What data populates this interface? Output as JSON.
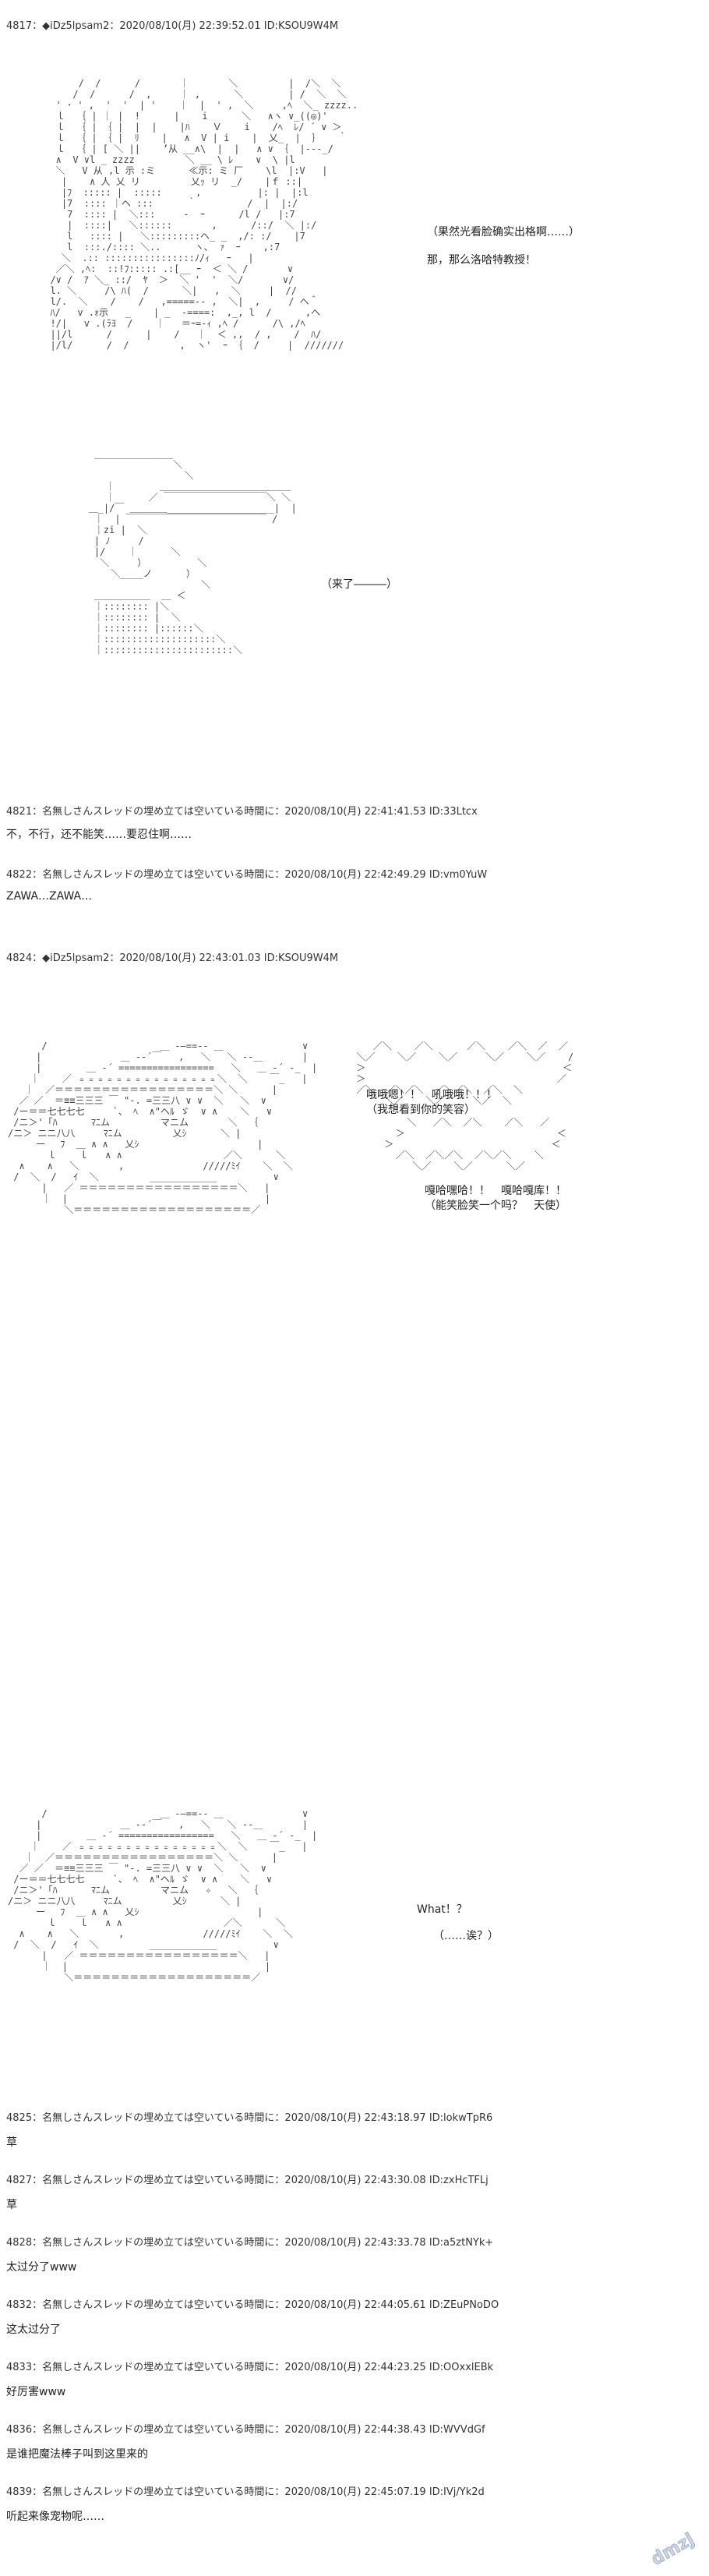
{
  "posts": [
    {
      "header": "4817：◆iDz5lpsam2：2020/08/10(月) 22:39:52.01 ID:KSOU9W4M"
    },
    {
      "header": "4821：名無しさんスレッドの埋め立ては空いている時間に：2020/08/10(月) 22:41:41.53 ID:33Ltcx",
      "message": "不，不行，还不能笑……要忍住啊……"
    },
    {
      "header": "4822：名無しさんスレッドの埋め立ては空いている時間に：2020/08/10(月) 22:42:49.29 ID:vm0YuW",
      "message": "ZAWA…ZAWA…"
    },
    {
      "header": "4824：◆iDz5lpsam2：2020/08/10(月) 22:43:01.03 ID:KSOU9W4M"
    },
    {
      "header": "4825：名無しさんスレッドの埋め立ては空いている時間に：2020/08/10(月) 22:43:18.97 ID:lokwTpR6",
      "message": "草"
    },
    {
      "header": "4827：名無しさんスレッドの埋め立ては空いている時間に：2020/08/10(月) 22:43:30.08 ID:zxHcTFLj",
      "message": "草"
    },
    {
      "header": "4828：名無しさんスレッドの埋め立ては空いている時間に：2020/08/10(月) 22:43:33.78 ID:a5ztNYk+",
      "message": "太过分了www"
    },
    {
      "header": "4832：名無しさんスレッドの埋め立ては空いている時間に：2020/08/10(月) 22:44:05.61 ID:ZEuPNoDO",
      "message": "这太过分了"
    },
    {
      "header": "4833：名無しさんスレッドの埋め立ては空いている時間に：2020/08/10(月) 22:44:23.25 ID:OOxxlEBk",
      "message": "好厉害www"
    },
    {
      "header": "4836：名無しさんスレッドの埋め立ては空いている時間に：2020/08/10(月) 22:44:38.43 ID:WVVdGf",
      "message": "是谁把魔法棒子叫到这里来的"
    },
    {
      "header": "4839：名無しさんスレッドの埋め立ては空いている時間に：2020/08/10(月) 22:45:07.19 ID:IVj/Yk2d",
      "message": "听起来像宠物呢……"
    }
  ],
  "dialogue": {
    "d1a": "（果然光看脸确实出格啊……）",
    "d1b": "那，那么洛哈特教授！",
    "d2": "（来了―――）",
    "d3a": "哦哦嗯！！　吼哦哦！！！",
    "d3b": "（我想看到你的笑容）",
    "d4a": "嘎哈嘿哈！！　嘎哈嘎库！！",
    "d4b": "（能笑脸笑一个吗？　天使）",
    "d5a": "What！？",
    "d5b": "（……诶？）"
  },
  "watermark": "dmzj"
}
